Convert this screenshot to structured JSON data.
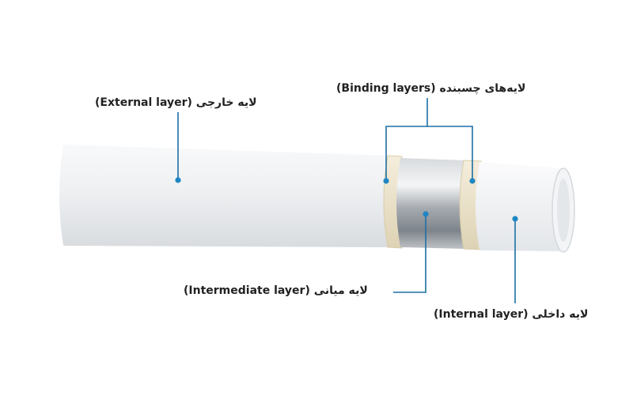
{
  "labels": {
    "external": "لایه خارجی (External layer)",
    "binding": "لایه‌های چسبنده (Binding layers)",
    "intermediate": "لایه میانی (Intermediate layer)",
    "internal": "لایه داخلی (Internal layer)"
  },
  "colors": {
    "pipe_white": "#eef0f2",
    "adhesive": "#efe6cf",
    "aluminium": "#b9bdc2",
    "leader_line": "#1d6fa5",
    "leader_dot": "#1f86c4"
  }
}
